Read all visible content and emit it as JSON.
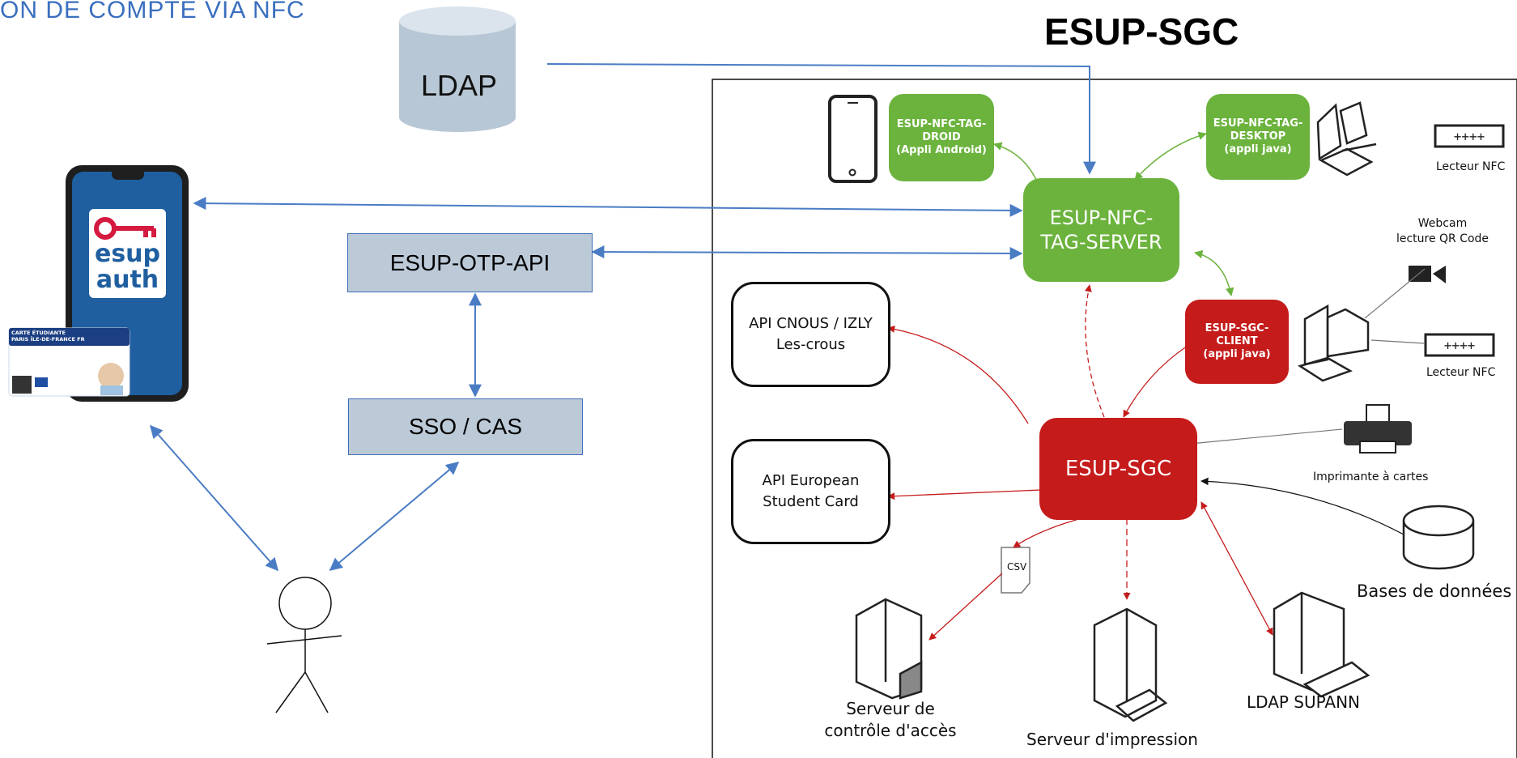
{
  "slide_title": "ON DE COMPTE VIA NFC",
  "sgc_title": "ESUP-SGC",
  "ldap_label": "LDAP",
  "otp_api_label": "ESUP-OTP-API",
  "sso_label": "SSO / CAS",
  "phone": {
    "app_line1": "esup",
    "app_line2": "auth",
    "card_title_line1": "CARTE ÉTUDIANTE",
    "card_title_line2": "PARIS ÎLE-DE-FRANCE FR"
  },
  "sgc_diagram": {
    "nfc_tag_droid": "ESUP-NFC-TAG-\nDROID\n(Appli Android)",
    "nfc_tag_desktop": "ESUP-NFC-TAG-\nDESKTOP\n(appli java)",
    "nfc_tag_server": "ESUP-NFC-\nTAG-SERVER",
    "sgc_client": "ESUP-SGC-\nCLIENT\n(appli java)",
    "sgc_core": "ESUP-SGC",
    "api_cnous_line1": "API CNOUS / IZLY",
    "api_cnous_line2": "Les-crous",
    "api_esc_line1": "API European",
    "api_esc_line2": "Student Card",
    "reader_nfc_top": "Lecteur NFC",
    "reader_nfc_bottom": "Lecteur NFC",
    "webcam_line1": "Webcam",
    "webcam_line2": "lecture QR Code",
    "printer_label": "Imprimante à cartes",
    "databases_label": "Bases de données",
    "csv_label": "CSV",
    "access_server_line1": "Serveur de",
    "access_server_line2": "contrôle d'accès",
    "print_server": "Serveur d'impression",
    "ldap_supann": "LDAP SUPANN"
  },
  "colors": {
    "arrow_blue": "#4a7cc4",
    "box_blue_fill": "#bccad8",
    "green": "#6cb33e",
    "red": "#c51b1b",
    "cylinder": "#b8c7d5"
  }
}
